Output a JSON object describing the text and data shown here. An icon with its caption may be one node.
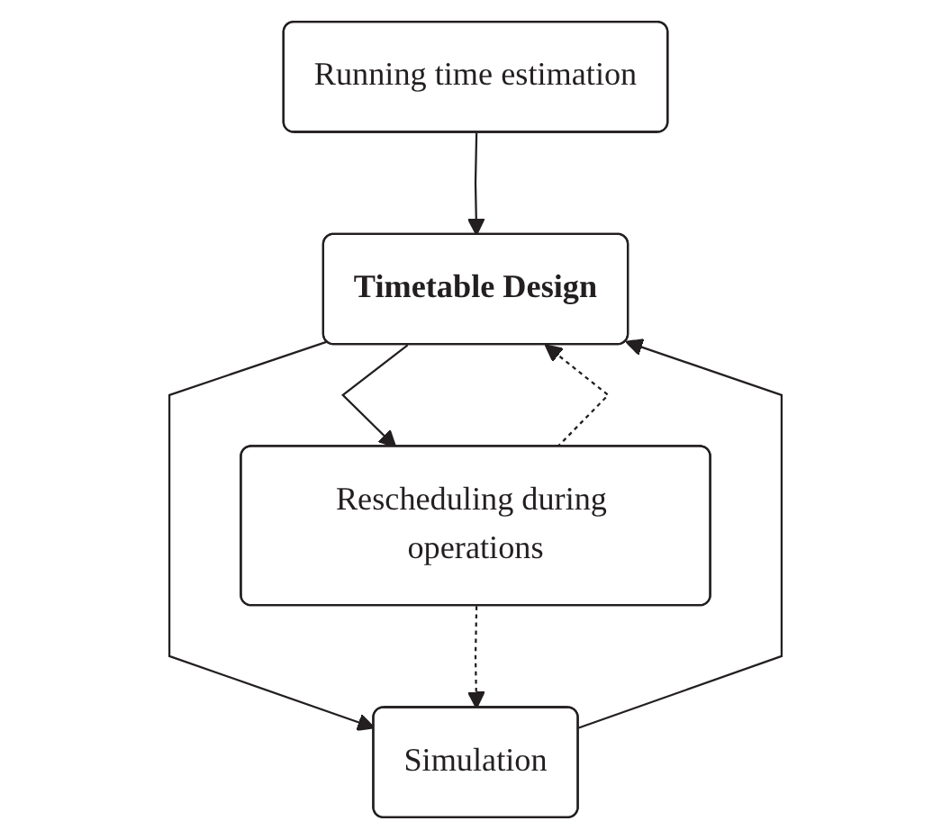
{
  "diagram": {
    "nodes": [
      {
        "text": [
          "Running time estimation"
        ]
      },
      {
        "text": [
          "Timetable Design"
        ]
      },
      {
        "text": [
          "Simulation"
        ]
      },
      {
        "text": [
          "Rescheduling during operations"
        ]
      }
    ],
    "edges": [
      {
        "from": 0,
        "to": 1,
        "arrow": "to"
      },
      {
        "from": 1,
        "to": 3,
        "arrow": "to"
      },
      {
        "from": 3,
        "to": 1,
        "arrow": "to",
        "style": "dashed"
      },
      {
        "from": 1,
        "to": 2,
        "arrow": "to"
      },
      {
        "from": 2,
        "to": 1,
        "arrow": "to"
      },
      {
        "from": 3,
        "to": 2,
        "arrow": "to",
        "style": "dashed"
      }
    ]
  }
}
